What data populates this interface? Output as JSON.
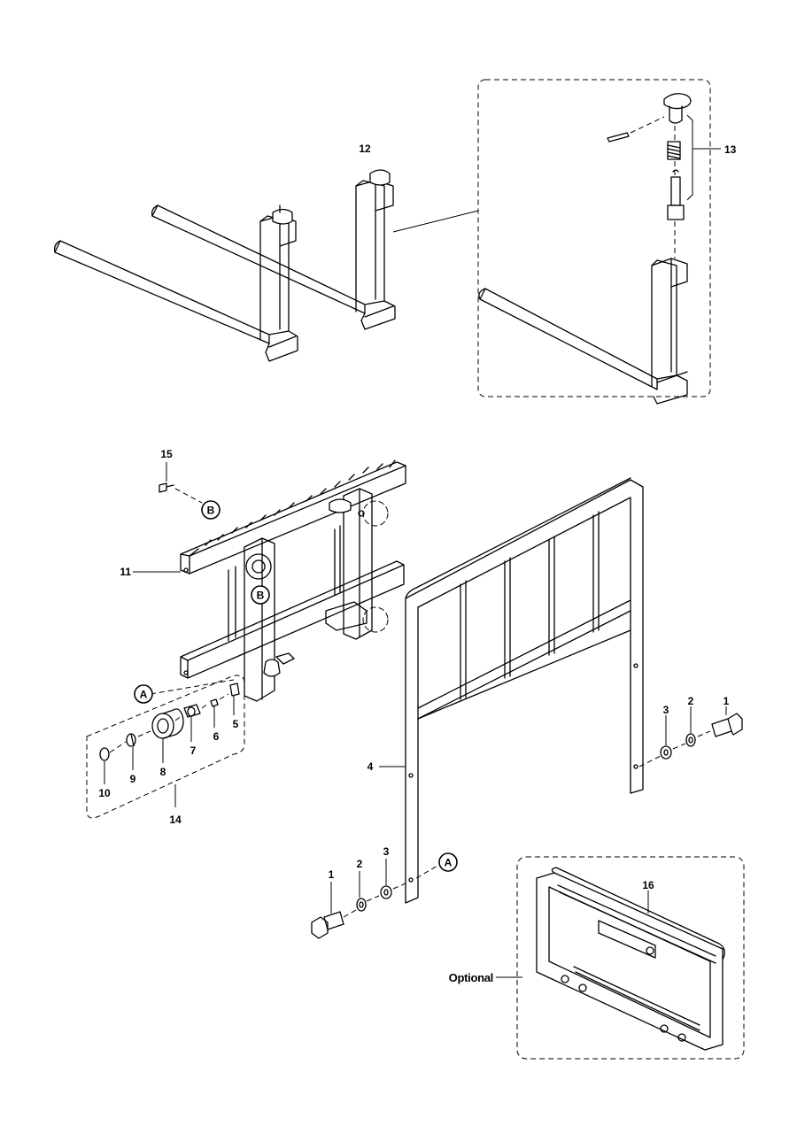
{
  "labels": {
    "p1a": "1",
    "p1b": "1",
    "p2a": "2",
    "p2b": "2",
    "p3a": "3",
    "p3b": "3",
    "p4": "4",
    "p5": "5",
    "p6": "6",
    "p7": "7",
    "p8": "8",
    "p9": "9",
    "p10": "10",
    "p11": "11",
    "p12": "12",
    "p13": "13",
    "p14": "14",
    "p15": "15",
    "p16": "16"
  },
  "callouts": {
    "A1": "A",
    "A2": "A",
    "B1": "B",
    "B2": "B"
  },
  "optional_label": "Optional"
}
